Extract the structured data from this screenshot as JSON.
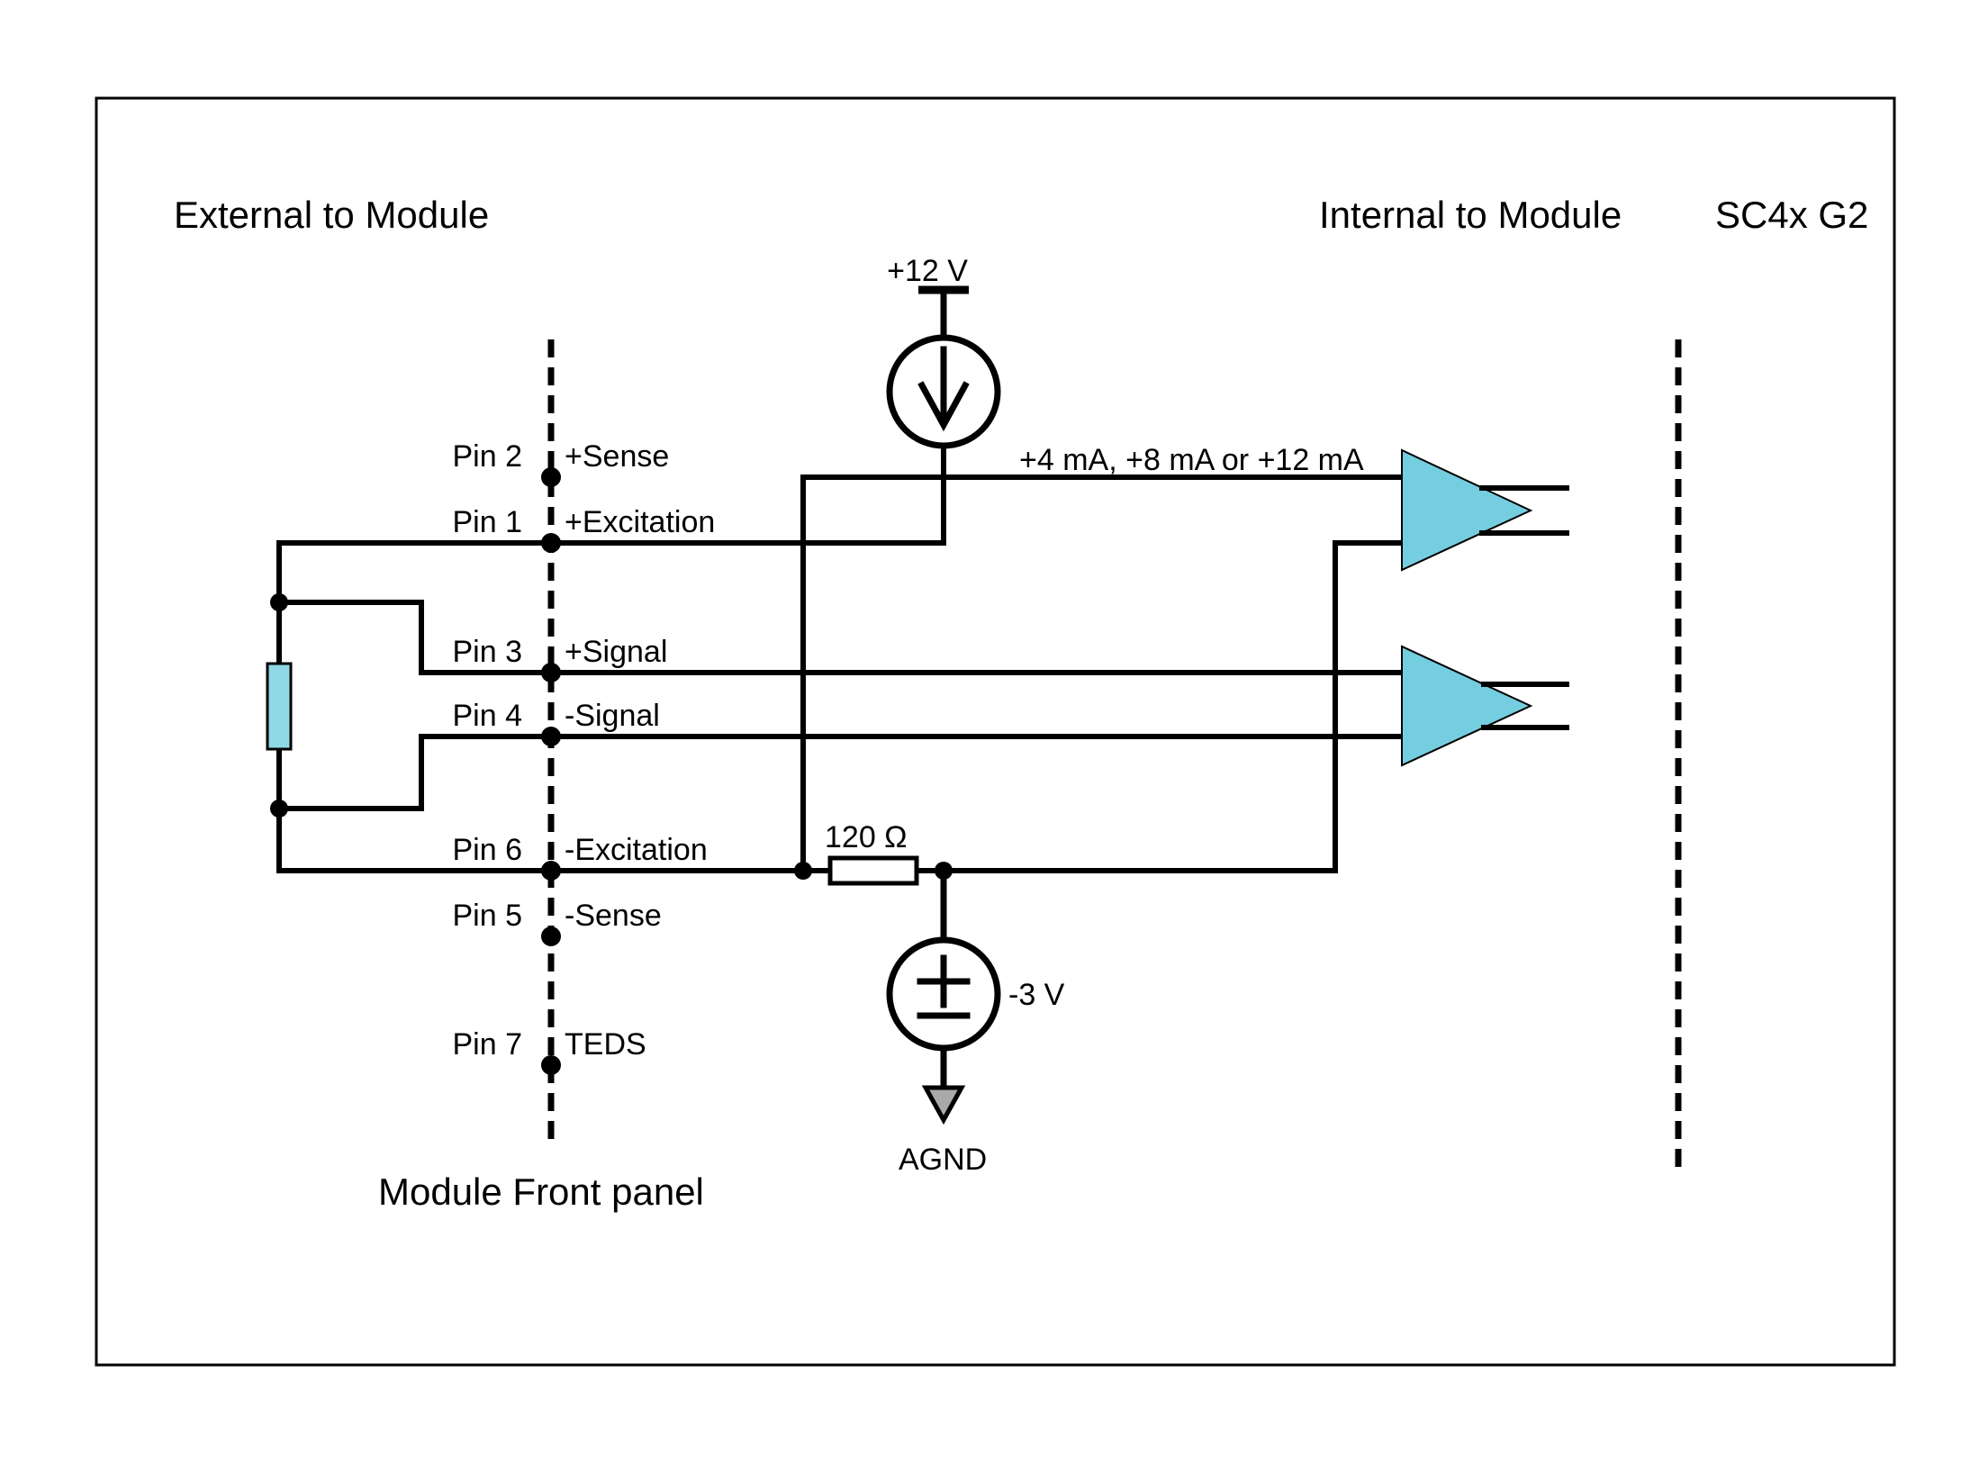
{
  "diagram": {
    "title_left": "External to Module",
    "title_right": "Internal to Module",
    "model": "SC4x G2",
    "front_panel_label": "Module Front panel",
    "pins": [
      {
        "pin": "Pin 2",
        "signal": "+Sense"
      },
      {
        "pin": "Pin 1",
        "signal": "+Excitation"
      },
      {
        "pin": "Pin 3",
        "signal": "+Signal"
      },
      {
        "pin": "Pin 4",
        "signal": "-Signal"
      },
      {
        "pin": "Pin 6",
        "signal": "-Excitation"
      },
      {
        "pin": "Pin 5",
        "signal": "-Sense"
      },
      {
        "pin": "Pin 7",
        "signal": "TEDS"
      }
    ],
    "labels": {
      "supply": "+12 V",
      "current_source": "+4 mA, +8 mA or +12 mA",
      "resistor": "120 Ω",
      "neg_supply": "-3 V",
      "ground": "AGND"
    },
    "colors": {
      "amplifier_fill": "#75CEDF",
      "gauge_fill": "#8FD8E5",
      "agnd_fill": "#A9A9A9"
    }
  }
}
